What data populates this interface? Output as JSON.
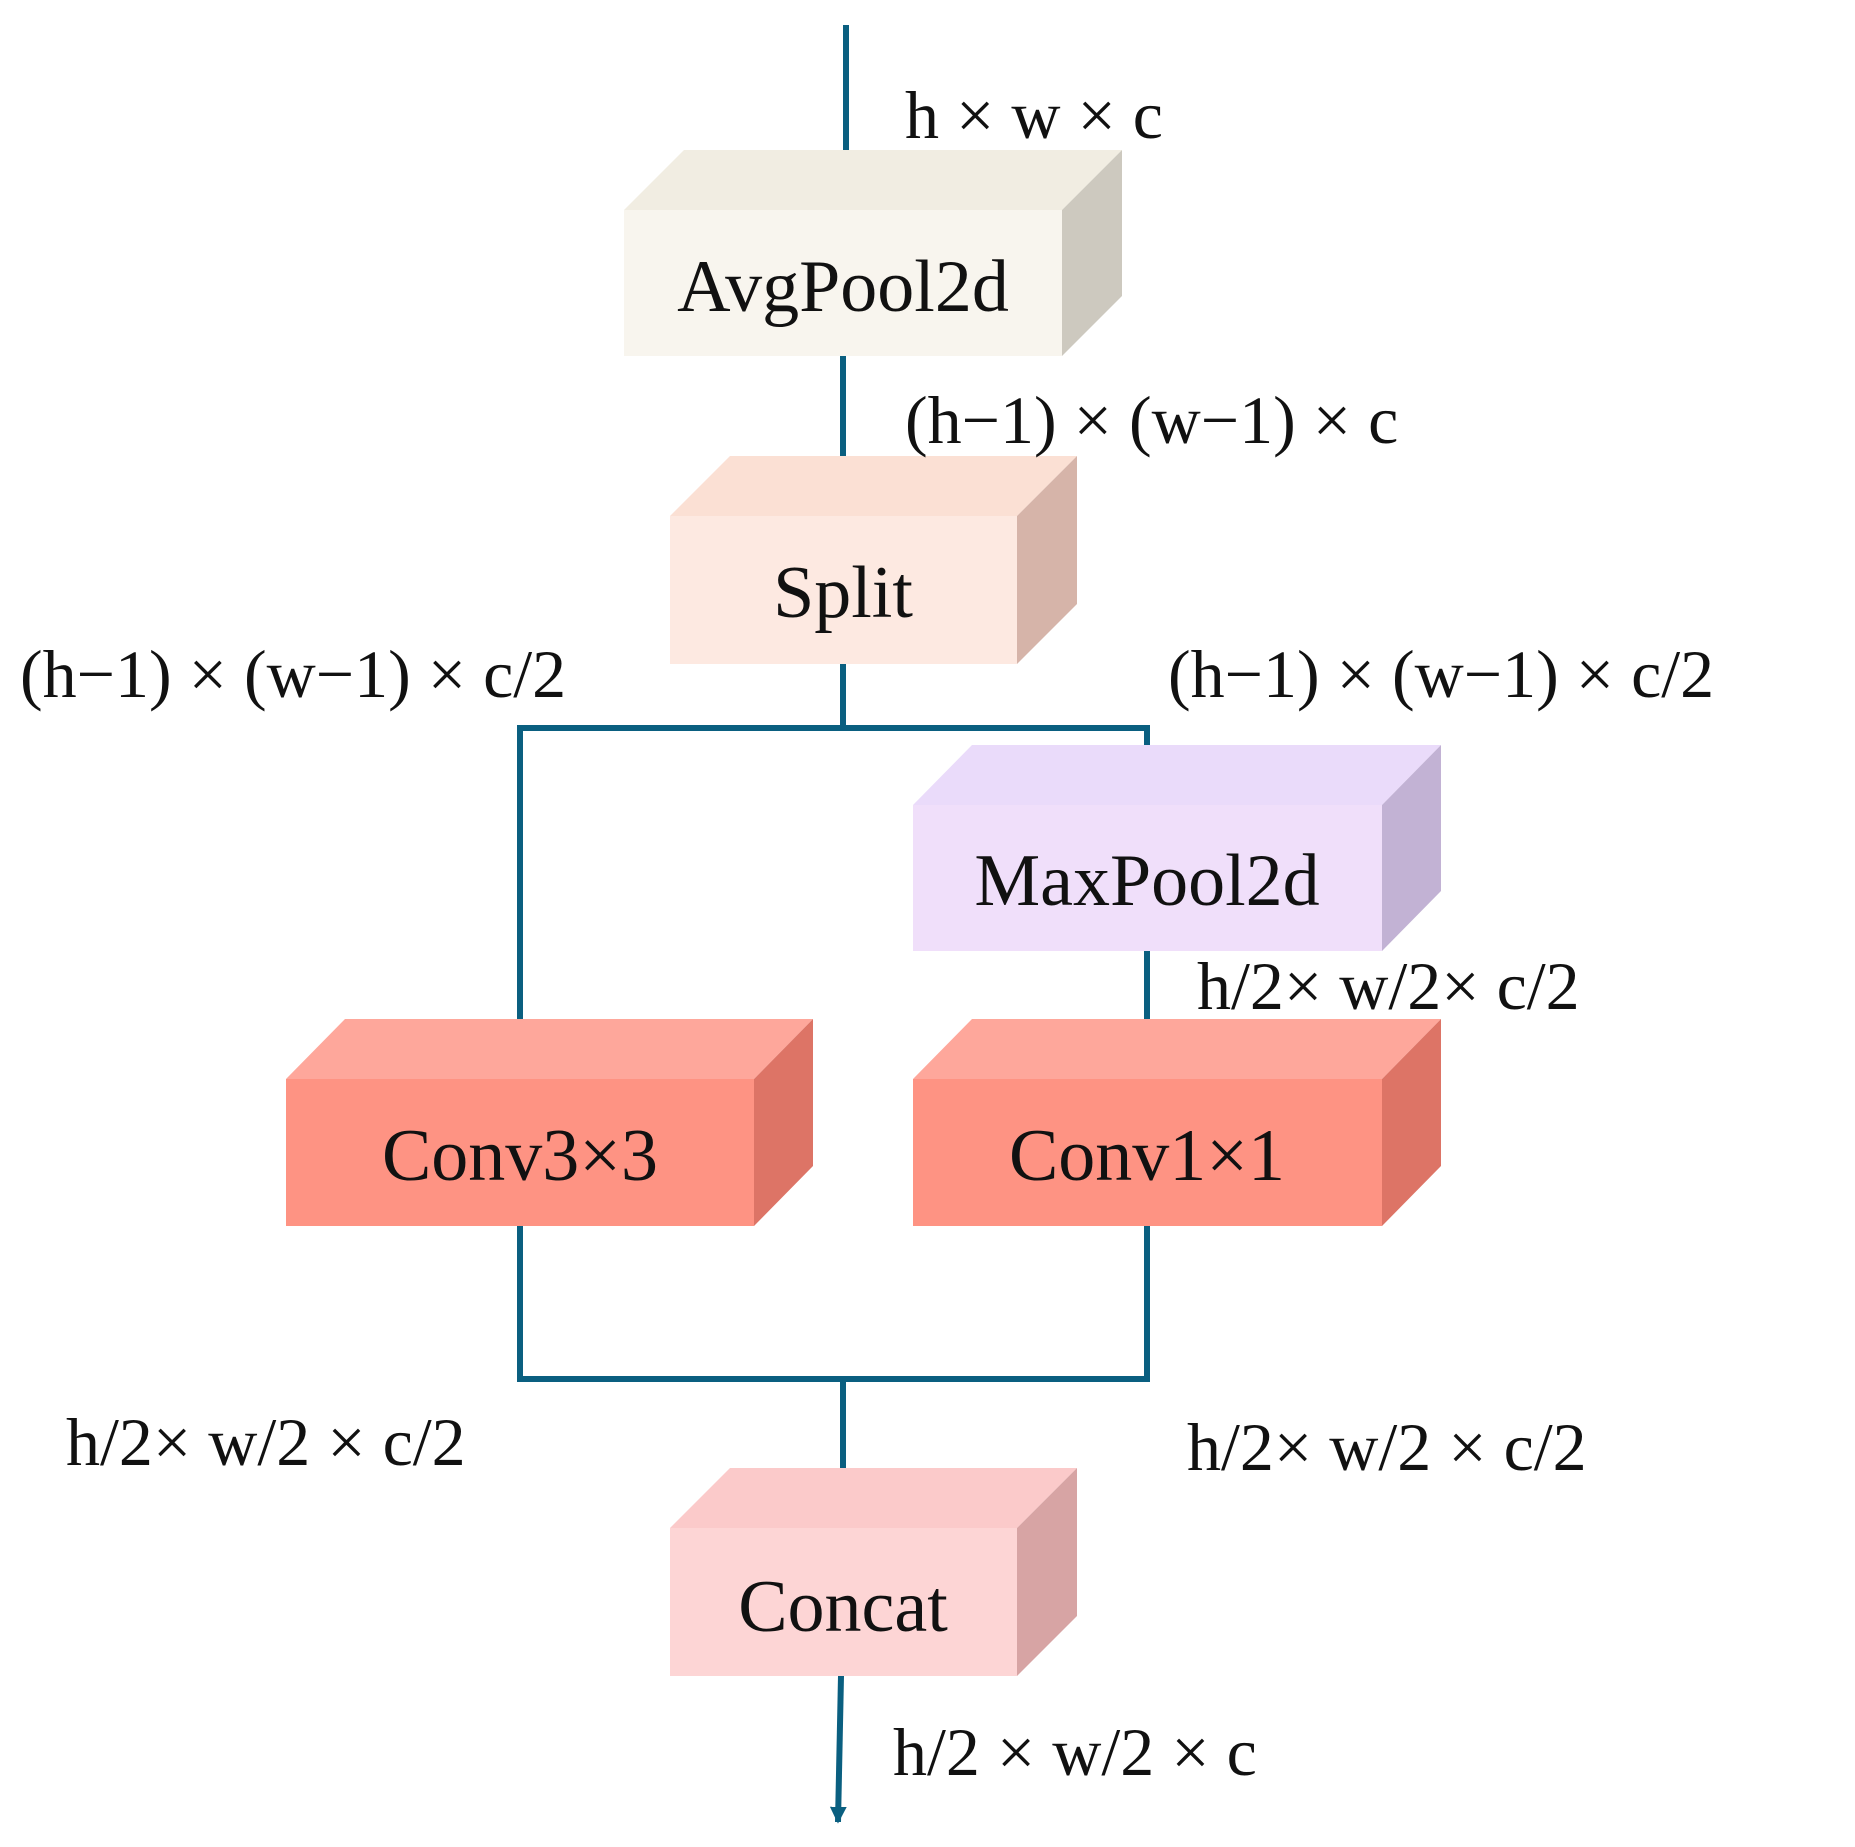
{
  "colors": {
    "flow": "#0a5f80",
    "avgpool": {
      "front": "#f8f5ee",
      "top": "#f1ede2",
      "side": "#cdc9bf"
    },
    "split": {
      "front": "#fde9e1",
      "top": "#fbe0d4",
      "side": "#d6b4a9"
    },
    "maxpool": {
      "front": "#f0dffa",
      "top": "#eadbfa",
      "side": "#c2b2d4"
    },
    "conv": {
      "front": "#fe9383",
      "top": "#fea79b",
      "side": "#dd7466"
    },
    "concat": {
      "front": "#fdd5d5",
      "top": "#fbcaca",
      "side": "#d7a4a4"
    }
  },
  "blocks": {
    "avgpool": "AvgPool2d",
    "split": "Split",
    "maxpool": "MaxPool2d",
    "conv3": "Conv3×3",
    "conv1": "Conv1×1",
    "concat": "Concat"
  },
  "dims": {
    "input": "h × w × c",
    "after_avgpool": "(h−1) × (w−1) × c",
    "split_left": "(h−1) × (w−1) × c/2",
    "split_right": "(h−1) × (w−1) × c/2",
    "after_maxpool": "h/2× w/2× c/2",
    "conv3_out": "h/2× w/2 × c/2",
    "conv1_out": "h/2× w/2 × c/2",
    "output": "h/2 × w/2 × c"
  }
}
